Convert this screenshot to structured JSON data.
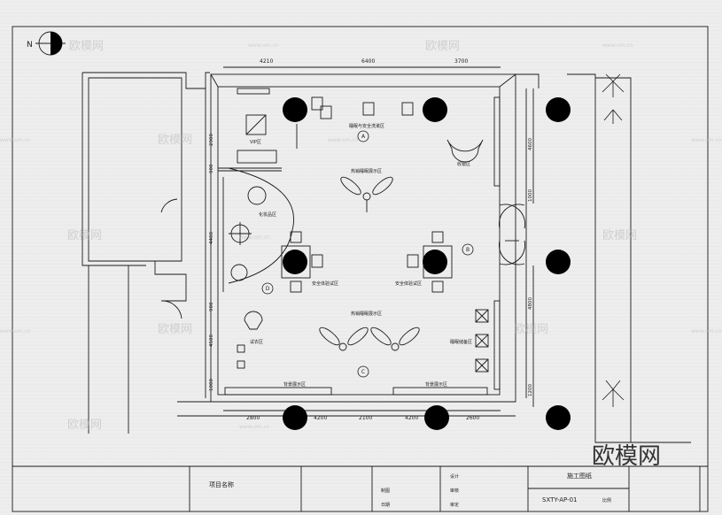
{
  "north": "N",
  "dims": {
    "top": [
      "4210",
      "6400",
      "3700"
    ],
    "bottom": [
      "2800",
      "4200",
      "2100",
      "4200",
      "2600"
    ],
    "left": [
      "2900",
      "900",
      "4400",
      "900",
      "4500",
      "1000"
    ],
    "right": [
      "4600",
      "1000",
      "4800",
      "1200"
    ]
  },
  "zones": {
    "top_center": "睡眠与安全洗漱区",
    "vip": "VIP区",
    "cashier": "收银区",
    "top_mid": "热销睡眠展示区",
    "left_mid": "化妆品区",
    "left_center": "安全体验试区",
    "right_center": "安全体验试区",
    "bottom_mid": "热销睡眠展示区",
    "small": "试衣区",
    "right_bottom": "睡眠储备区",
    "bottom_left": "背景展示区",
    "bottom_right": "背景展示区"
  },
  "markers": {
    "a": "A",
    "b": "B",
    "c": "C",
    "d": "D"
  },
  "title_block": {
    "project_label": "项目名称",
    "sheet_label": "施工图纸",
    "drawing_no": "SXTY-AP-01",
    "col_design": "设计",
    "col_check": "审核",
    "col_approve": "审定",
    "col_draw": "制图",
    "col_date": "日期",
    "col_scale": "比例"
  },
  "watermark": "欧模网",
  "watermark_small": "www.om.cn",
  "colors": {
    "line": "#1a1a1a",
    "paper": "#eeeeee",
    "fill": "#000000"
  }
}
